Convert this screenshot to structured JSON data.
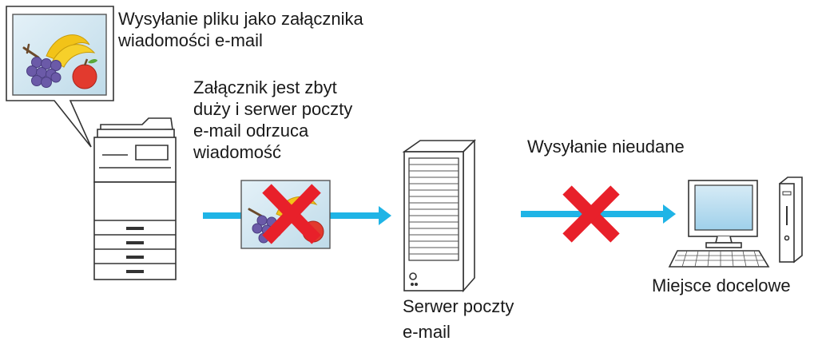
{
  "callout_text": [
    "Wysyłanie pliku jako załącznika",
    "wiadomości e-mail"
  ],
  "error_text": [
    "Załącznik jest zbyt",
    "duży i serwer poczty",
    "e-mail odrzuca",
    "wiadomość"
  ],
  "fail_text": "Wysyłanie nieudane",
  "server_label": [
    "Serwer poczty",
    "e-mail"
  ],
  "destination_label": "Miejsce docelowe",
  "icons": {
    "mfp": "multifunction-printer-icon",
    "attachment": "image-attachment-icon",
    "server": "mail-server-icon",
    "computer": "desktop-computer-icon",
    "error": "red-x-icon"
  },
  "colors": {
    "arrow": "#1fb4e6",
    "error_x": "#e8202a",
    "outline": "#333333"
  }
}
